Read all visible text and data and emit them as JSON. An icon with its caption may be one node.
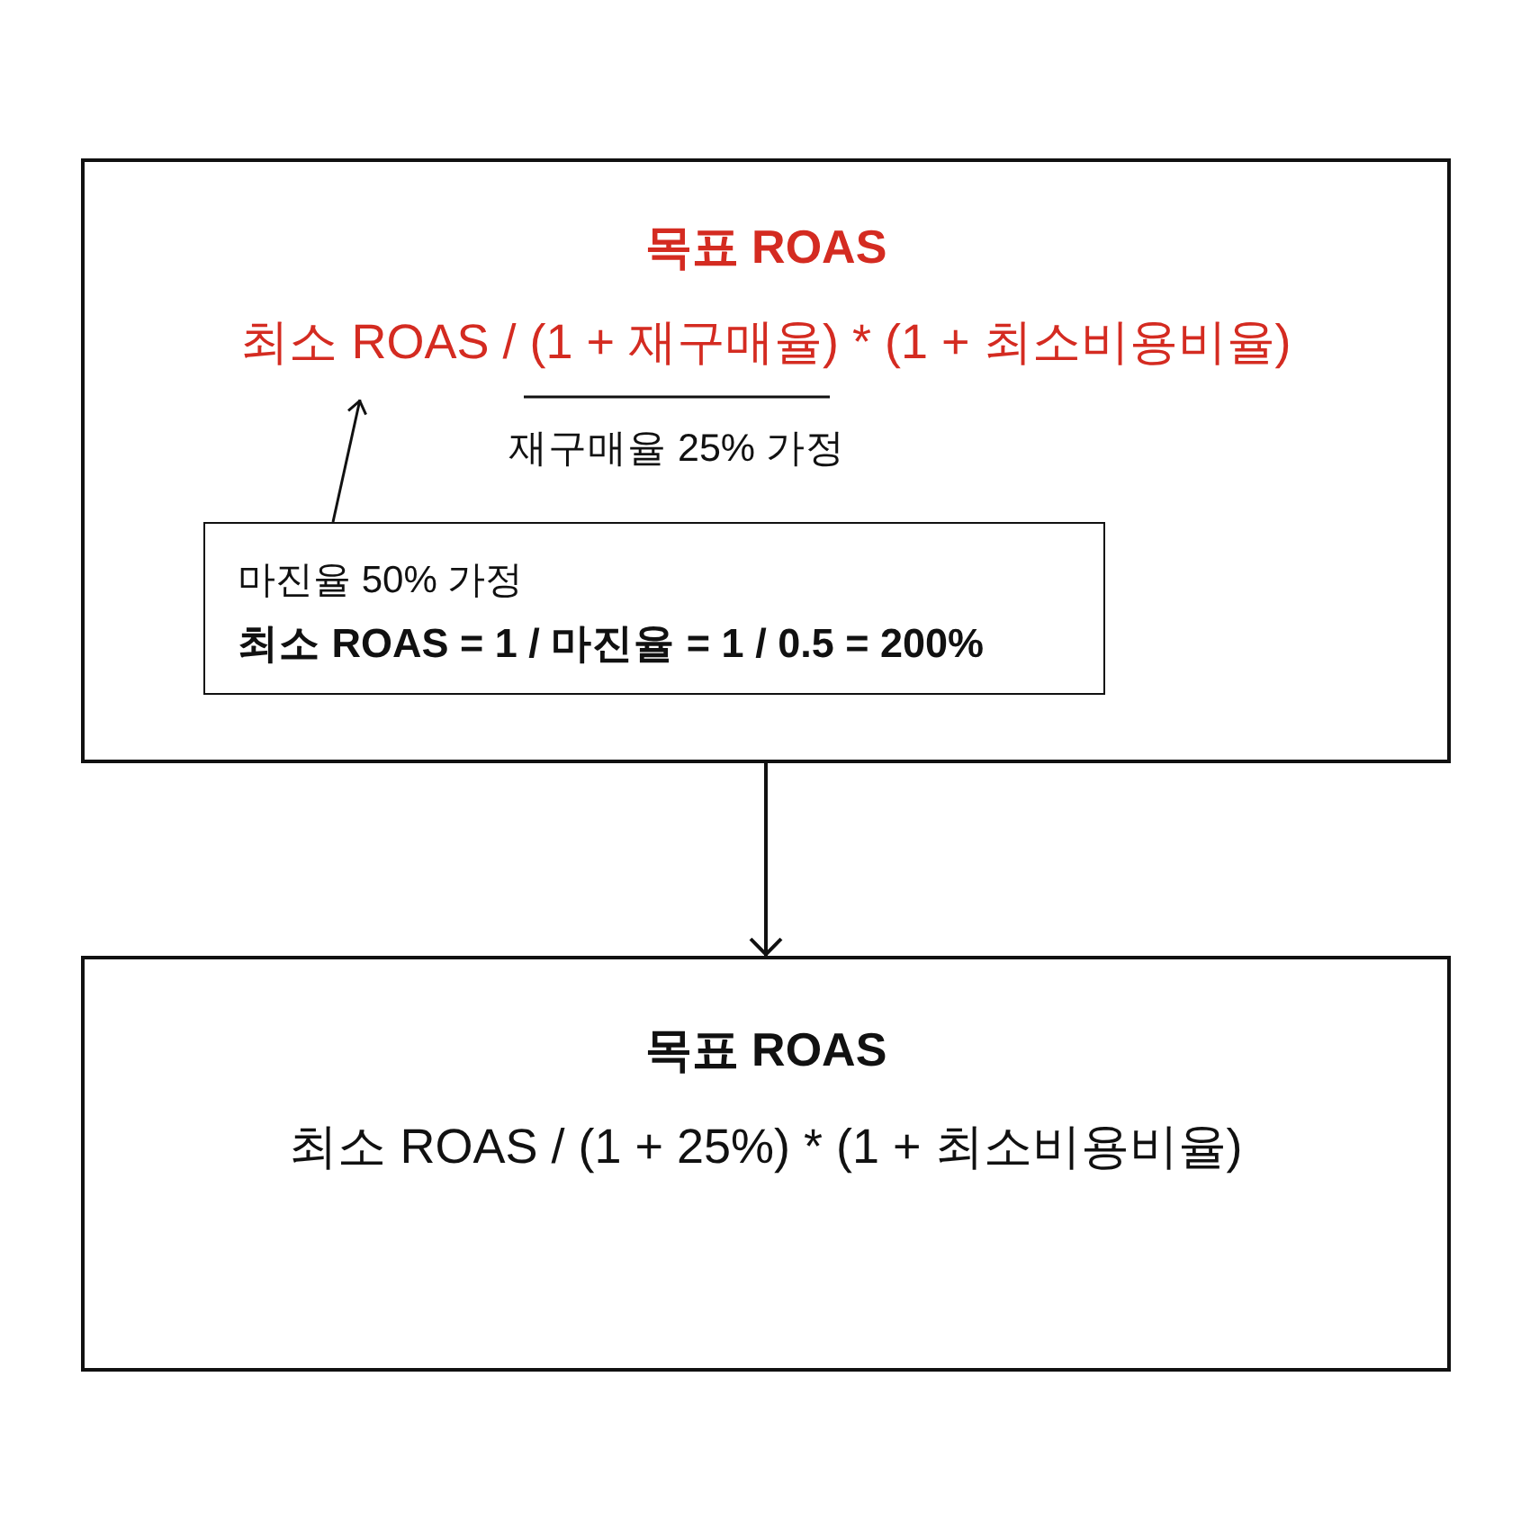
{
  "diagram": {
    "nodes": [
      {
        "text": [
          "목표 ROAS",
          "최소 ROAS / (1 + 재구매율) * (1 + 최소비용비율)",
          "재구매율 25% 가정"
        ]
      },
      {
        "text": [
          "마진율 50% 가정",
          "최소 ROAS = 1 / 마진율 = 1 / 0.5 = 200%"
        ],
        "in": 0
      },
      {
        "text": [
          "목표 ROAS",
          "최소 ROAS / (1 + 25%) * (1 + 최소비용비율)"
        ]
      }
    ],
    "edges": [
      {
        "from": 0,
        "to": 2,
        "arrow": "to"
      },
      {
        "from": 1,
        "to": null,
        "arrow": "to"
      }
    ]
  }
}
